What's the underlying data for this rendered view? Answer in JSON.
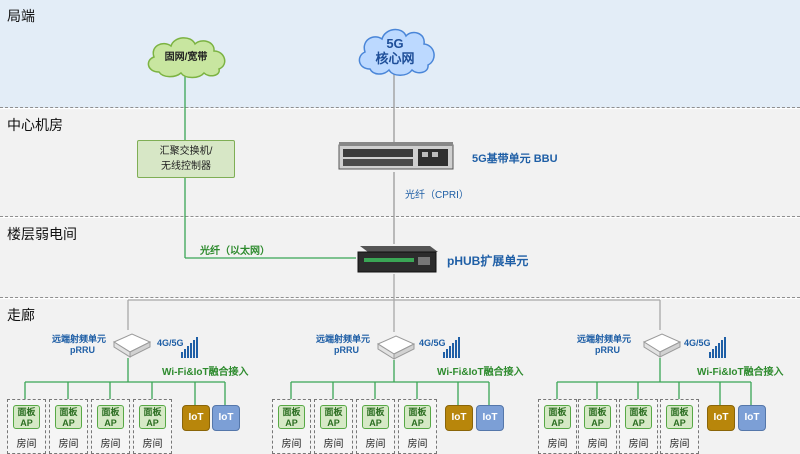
{
  "bands": {
    "ju": "局端",
    "center": "中心机房",
    "floor": "楼层弱电间",
    "corridor": "走廊"
  },
  "clouds": {
    "broadband": "固网/宽带",
    "core_line1": "5G",
    "core_line2": "核心网"
  },
  "switch": {
    "line1": "汇聚交换机/",
    "line2": "无线控制器"
  },
  "bbu_label": "5G基带单元 BBU",
  "cpri_label": "光纤（CPRI）",
  "ethernet_label": "光纤（以太网）",
  "phub_label": "pHUB扩展单元",
  "prru_groups": [
    {
      "name_line1": "远端射频单元",
      "name_line2": "pRRU",
      "band": "4G/5G",
      "access": "Wi-Fi&IoT融合接入"
    },
    {
      "name_line1": "远端射频单元",
      "name_line2": "pRRU",
      "band": "4G/5G",
      "access": "Wi-Fi&IoT融合接入"
    },
    {
      "name_line1": "远端射频单元",
      "name_line2": "pRRU",
      "band": "4G/5G",
      "access": "Wi-Fi&IoT融合接入"
    }
  ],
  "room": {
    "ap_line1": "面板",
    "ap_line2": "AP",
    "label": "房间"
  },
  "iot_label": "IoT",
  "colors": {
    "wire_green": "#3aa655",
    "wire_gray": "#a8a8a8",
    "label_blue": "#1f5fa6",
    "iot_gold": "#b8860b",
    "iot_blue": "#7c9fd6"
  }
}
